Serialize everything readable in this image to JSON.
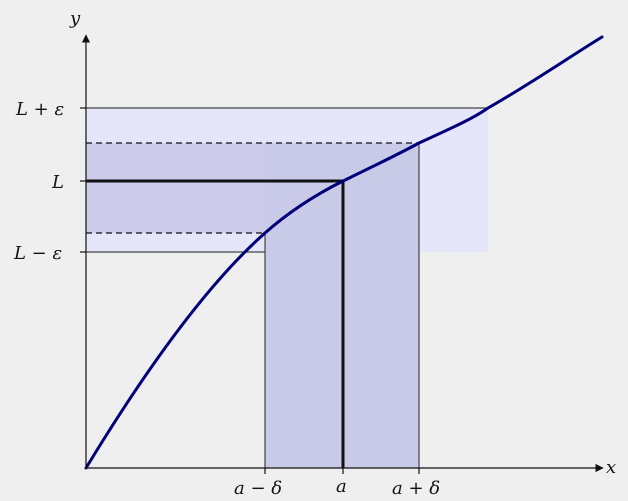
{
  "diagram": {
    "axis_labels": {
      "x": "x",
      "y": "y"
    },
    "y_tick_labels": {
      "upper": "L + ε",
      "center": "L",
      "lower": "L − ε"
    },
    "x_tick_labels": {
      "left": "a − δ",
      "center": "a",
      "right": "a + δ"
    },
    "colors": {
      "background": "#efefef",
      "curve": "#00007a",
      "epsilon_band": "#e6e6fb",
      "delta_band": "#c9c9e8",
      "axis": "#111111",
      "guide": "#111111"
    }
  }
}
